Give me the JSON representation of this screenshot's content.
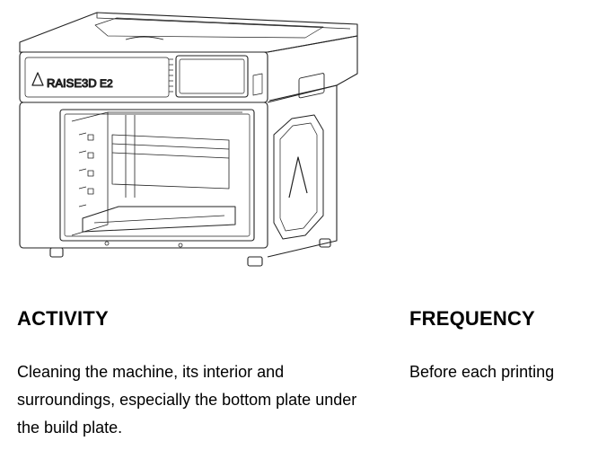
{
  "illustration": {
    "brand_text": "RAISE3D",
    "model_text": "E2"
  },
  "table": {
    "headers": [
      "ACTIVITY",
      "FREQUENCY"
    ],
    "rows": [
      {
        "activity": "Cleaning the machine, its interior and surroundings, especially the bottom plate under the build plate.",
        "frequency": "Before each printing"
      }
    ]
  }
}
